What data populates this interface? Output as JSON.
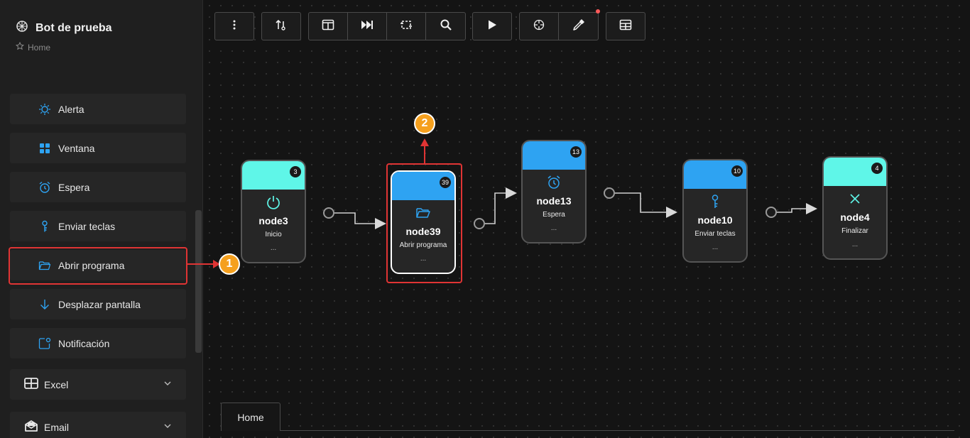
{
  "app": {
    "title": "Bot de prueba",
    "breadcrumb": "Home"
  },
  "sidebar": {
    "items": [
      {
        "label": "Alerta",
        "icon": "sun-icon"
      },
      {
        "label": "Ventana",
        "icon": "grid-icon"
      },
      {
        "label": "Espera",
        "icon": "alarm-clock-icon"
      },
      {
        "label": "Enviar teclas",
        "icon": "key-icon"
      },
      {
        "label": "Abrir programa",
        "icon": "folder-open-icon"
      },
      {
        "label": "Desplazar pantalla",
        "icon": "arrow-down-icon"
      },
      {
        "label": "Notificación",
        "icon": "notification-icon"
      }
    ],
    "groups": [
      {
        "label": "Excel",
        "icon": "table-icon"
      },
      {
        "label": "Email",
        "icon": "mail-icon"
      }
    ]
  },
  "toolbar": {
    "buttons": [
      "more-vertical-icon",
      "sort-icon",
      "layout-icon",
      "skip-forward-icon",
      "scan-icon",
      "search-icon",
      "play-icon",
      "target-icon",
      "eyedropper-icon",
      "table-icon"
    ]
  },
  "nodes": [
    {
      "id": "node3",
      "subtitle": "Inicio",
      "count": "3",
      "dots": "...",
      "header_color": "#5ff6e8",
      "icon": "power-icon"
    },
    {
      "id": "node39",
      "subtitle": "Abrir programa",
      "count": "39",
      "dots": "...",
      "header_color": "#2ea3f2",
      "icon": "folder-open-icon"
    },
    {
      "id": "node13",
      "subtitle": "Espera",
      "count": "13",
      "dots": "...",
      "header_color": "#2ea3f2",
      "icon": "alarm-clock-icon"
    },
    {
      "id": "node10",
      "subtitle": "Enviar teclas",
      "count": "10",
      "dots": "...",
      "header_color": "#2ea3f2",
      "icon": "key-icon"
    },
    {
      "id": "node4",
      "subtitle": "Finalizar",
      "count": "4",
      "dots": "...",
      "header_color": "#5ff6e8",
      "icon": "close-icon"
    }
  ],
  "annotations": [
    {
      "label": "1"
    },
    {
      "label": "2"
    }
  ],
  "tabs": [
    {
      "label": "Home"
    }
  ],
  "colors": {
    "accent": "#2ea3f2",
    "start_end": "#5ff6e8",
    "highlight": "#e03434",
    "badge": "#f5a01e"
  }
}
